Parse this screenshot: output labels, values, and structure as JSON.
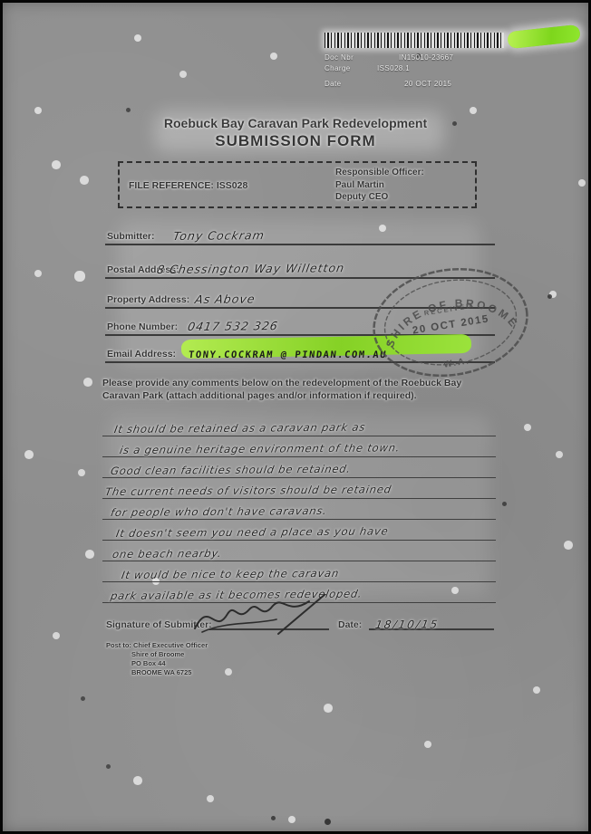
{
  "doc_meta": {
    "rows": [
      {
        "label": "Doc Nbr",
        "value": "IN15010-23667"
      },
      {
        "label": "Charge",
        "value": "ISS028.1"
      },
      {
        "label": "Date",
        "value": "20 OCT 2015"
      }
    ]
  },
  "title": {
    "line1": "Roebuck Bay Caravan Park Redevelopment",
    "line2": "SUBMISSION FORM"
  },
  "reference_box": {
    "file_reference": "FILE REFERENCE:  ISS028",
    "responsible_officer_label": "Responsible Officer:",
    "officer_name": "Paul Martin",
    "officer_title": "Deputy CEO"
  },
  "fields": [
    {
      "label": "Submitter:",
      "value": "Tony Cockram"
    },
    {
      "label": "Postal Address:",
      "value": "8 Chessington Way  Willetton"
    },
    {
      "label": "Property Address:",
      "value": "As Above"
    },
    {
      "label": "Phone Number:",
      "value": "0417 532 326"
    },
    {
      "label": "Email Address:",
      "value": "TONY.COCKRAM @ PINDAN.COM.AU"
    }
  ],
  "instructions": "Please provide any comments below on the redevelopment of the Roebuck Bay Caravan Park (attach additional pages and/or information if required).",
  "comments": [
    "It should be retained as a caravan park as",
    "is a genuine heritage environment of the town.",
    "Good clean facilities should be retained.",
    "The current needs of visitors should be retained",
    "for people who don't have caravans.",
    "It doesn't seem you need a place as you have",
    "one beach nearby.",
    "It would be nice to keep the caravan",
    "park available as it becomes redeveloped."
  ],
  "signature_row": {
    "label": "Signature of Submitter:",
    "date_label": "Date:",
    "date_value": "18/10/15"
  },
  "stamp": {
    "arc_top": "SHIRE OF BROOME",
    "line1": "RECEIVED",
    "date": "20 OCT 2015",
    "bottom": "W.A."
  },
  "footer": {
    "line1": "Post to: Chief Executive Officer",
    "line2": "Shire of Broome",
    "line3": "PO Box 44",
    "line4": "BROOME WA 6725"
  },
  "colors": {
    "highlight_green": "#9fe632",
    "paper_gray": "#8e8e8e"
  }
}
